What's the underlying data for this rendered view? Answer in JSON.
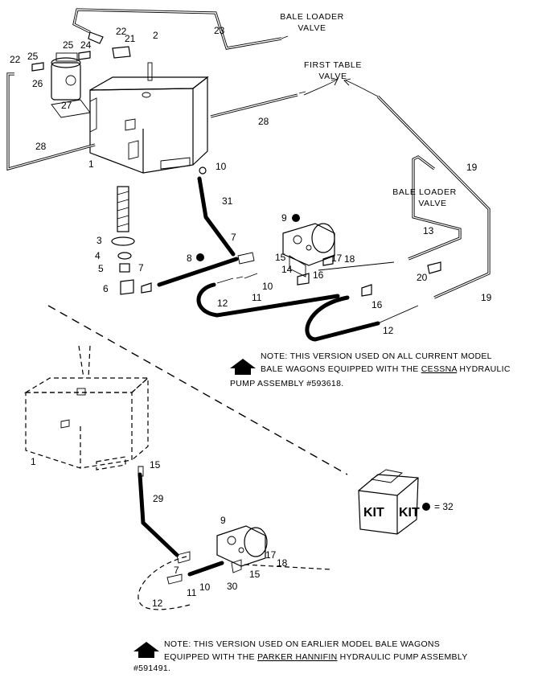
{
  "destinations": {
    "bale_loader_top": [
      "BALE LOADER",
      "VALVE"
    ],
    "first_table": [
      "FIRST TABLE",
      "VALVE"
    ],
    "bale_loader_mid": [
      "BALE LOADER",
      "VALVE"
    ]
  },
  "callouts_top": [
    "1",
    "2",
    "3",
    "4",
    "5",
    "6",
    "7",
    "7",
    "8",
    "9",
    "10",
    "10",
    "11",
    "12",
    "12",
    "13",
    "14",
    "15",
    "16",
    "16",
    "17",
    "18",
    "19",
    "19",
    "20",
    "21",
    "22",
    "22",
    "23",
    "24",
    "25",
    "25",
    "26",
    "27",
    "28",
    "28",
    "31"
  ],
  "callouts_bottom": [
    "1",
    "7",
    "9",
    "10",
    "11",
    "12",
    "15",
    "15",
    "17",
    "18",
    "29",
    "30"
  ],
  "note_current": {
    "line1": "NOTE: THIS VERSION USED ON ALL CURRENT MODEL",
    "line2_pre": "BALE WAGONS EQUIPPED WITH THE ",
    "line2_ul": "CESSNA",
    "line2_post": " HYDRAULIC",
    "line3": "PUMP ASSEMBLY #593618."
  },
  "note_earlier": {
    "line1": "NOTE: THIS VERSION USED ON EARLIER MODEL BALE WAGONS",
    "line2_pre": "EQUIPPED WITH THE ",
    "line2_ul": "PARKER HANNIFIN",
    "line2_post": " HYDRAULIC PUMP ASSEMBLY",
    "line3": "#591491."
  },
  "kit": {
    "label_left": "KIT",
    "label_right": "KIT",
    "legend_text": "= 32"
  }
}
